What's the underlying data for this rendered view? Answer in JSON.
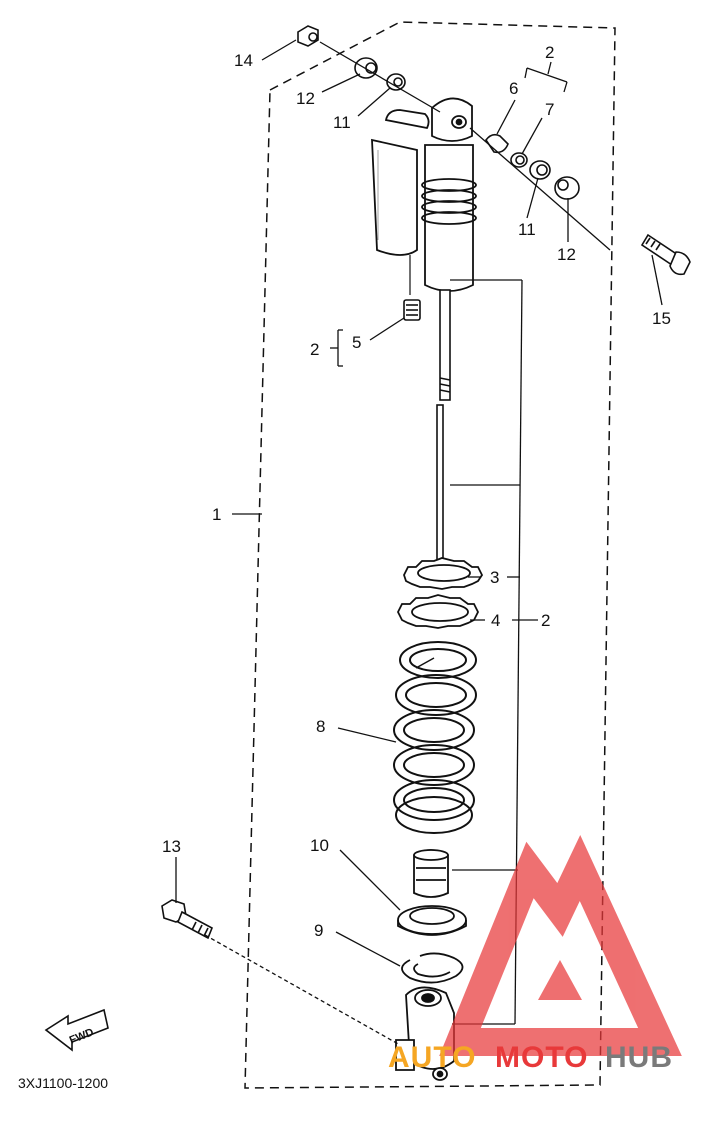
{
  "diagram_code": "3XJ1100-1200",
  "fwd_label": "FWD",
  "watermark": {
    "part1": "AUTO",
    "part2": "MOTO",
    "part3": "HUB",
    "color_orange": "#f5a623",
    "color_red": "#e8393a",
    "color_gray": "#7a7a7a"
  },
  "callouts": {
    "c1": "1",
    "c2_top": "2",
    "c2_left": "2",
    "c2_right": "2",
    "c3": "3",
    "c4": "4",
    "c5": "5",
    "c6": "6",
    "c7": "7",
    "c8": "8",
    "c9": "9",
    "c10": "10",
    "c11_left": "11",
    "c11_right": "11",
    "c12_left": "12",
    "c12_right": "12",
    "c13": "13",
    "c14": "14",
    "c15": "15"
  }
}
